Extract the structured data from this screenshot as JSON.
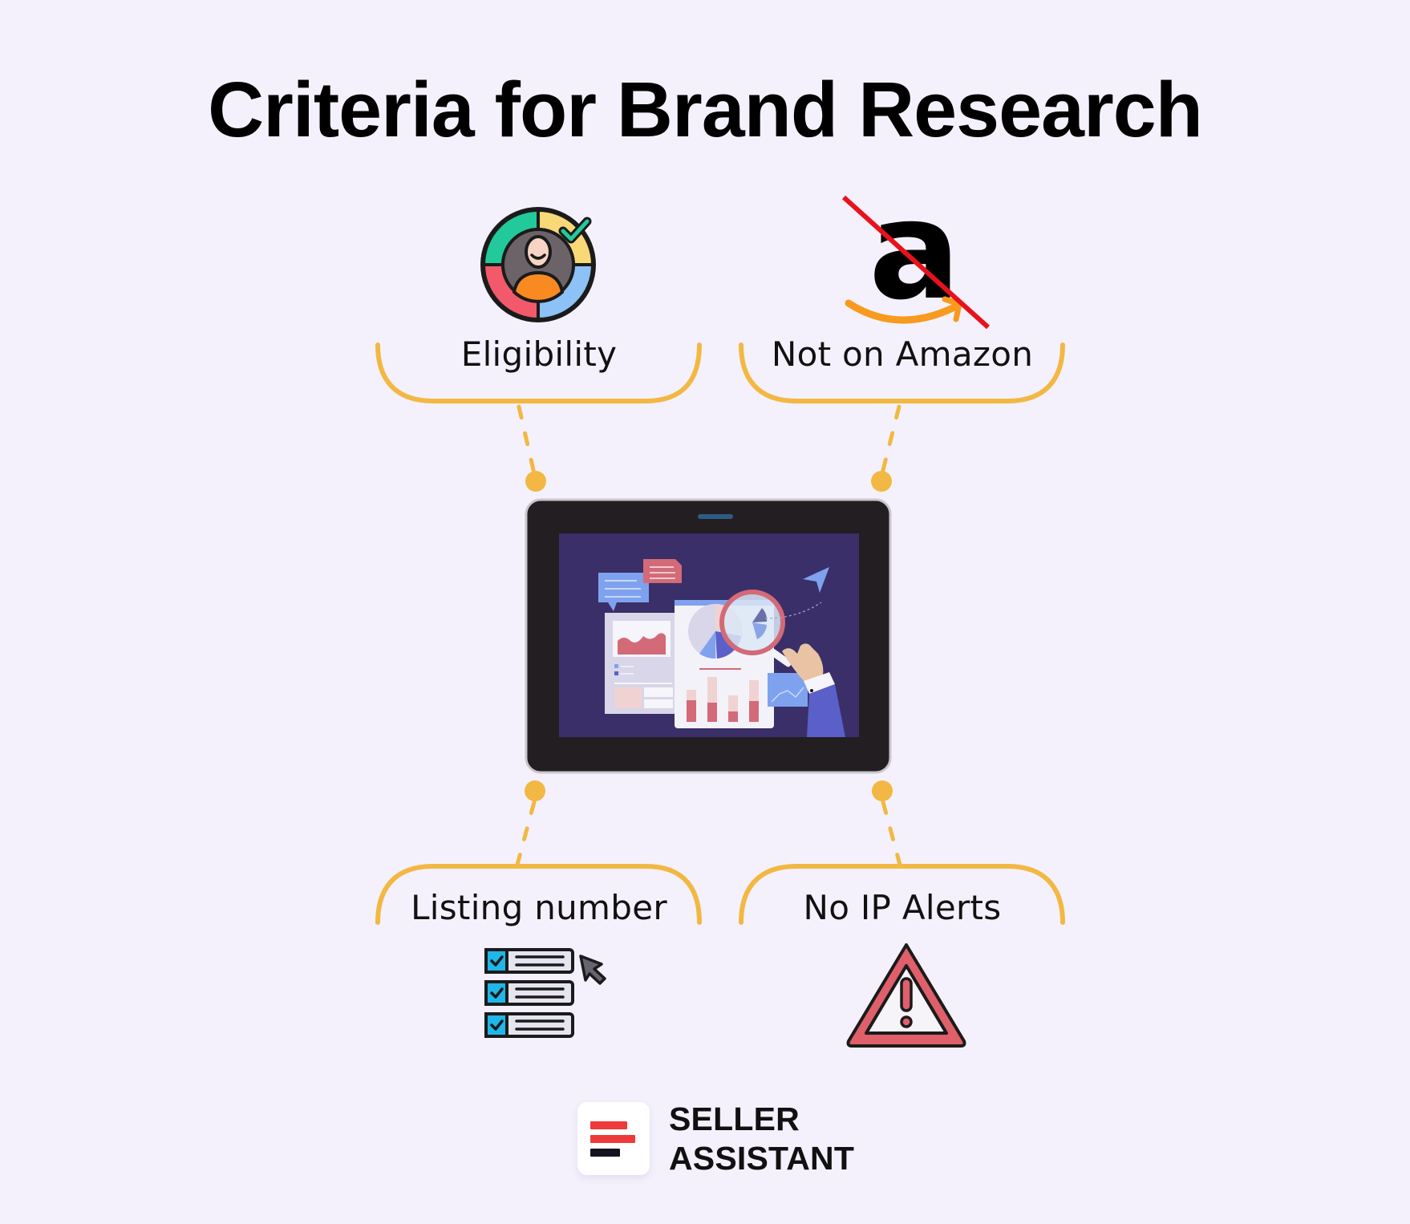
{
  "title": "Criteria for Brand Research",
  "criteria": [
    {
      "label": "Eligibility",
      "icon": "eligibility-gauge-icon",
      "position": "top-left"
    },
    {
      "label": "Not on Amazon",
      "icon": "amazon-crossed-out-icon",
      "position": "top-right"
    },
    {
      "label": "Listing number",
      "icon": "checklist-icon",
      "position": "bottom-left"
    },
    {
      "label": "No IP Alerts",
      "icon": "warning-triangle-icon",
      "position": "bottom-right"
    }
  ],
  "center_illustration": "tablet-data-analysis-illustration",
  "brand": {
    "line1": "SELLER",
    "line2": "ASSISTANT"
  },
  "colors": {
    "background": "#f4f1fc",
    "connector": "#f2b843",
    "strike": "#e8121c",
    "amazon_smile": "#f79a1e",
    "logo_red": "#ef3a3a",
    "logo_dark": "#15131f",
    "tablet_frame": "#221e22",
    "tablet_screen": "#3a2f68"
  }
}
